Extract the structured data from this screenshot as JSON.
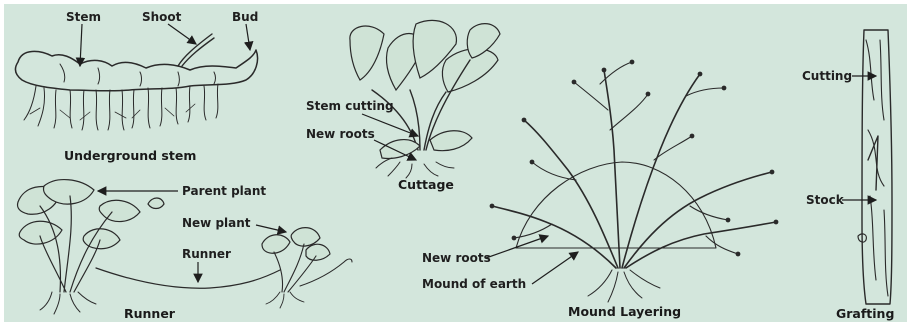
{
  "colors": {
    "background": "#d3e6dc",
    "ink": "#2a2a2a",
    "leaf": "#cfe3d6",
    "frame": "#ffffff"
  },
  "panels": {
    "underground_stem": {
      "title": "Underground stem",
      "labels": {
        "stem": "Stem",
        "shoot": "Shoot",
        "bud": "Bud"
      }
    },
    "runner": {
      "title": "Runner",
      "labels": {
        "parent_plant": "Parent plant",
        "new_plant": "New plant",
        "runner": "Runner"
      }
    },
    "cuttage": {
      "title": "Cuttage",
      "labels": {
        "stem_cutting": "Stem cutting",
        "new_roots": "New roots"
      }
    },
    "mound_layering": {
      "title": "Mound Layering",
      "labels": {
        "new_roots": "New roots",
        "mound_of_earth": "Mound of earth"
      }
    },
    "grafting": {
      "title": "Grafting",
      "labels": {
        "cutting": "Cutting",
        "stock": "Stock"
      }
    }
  }
}
